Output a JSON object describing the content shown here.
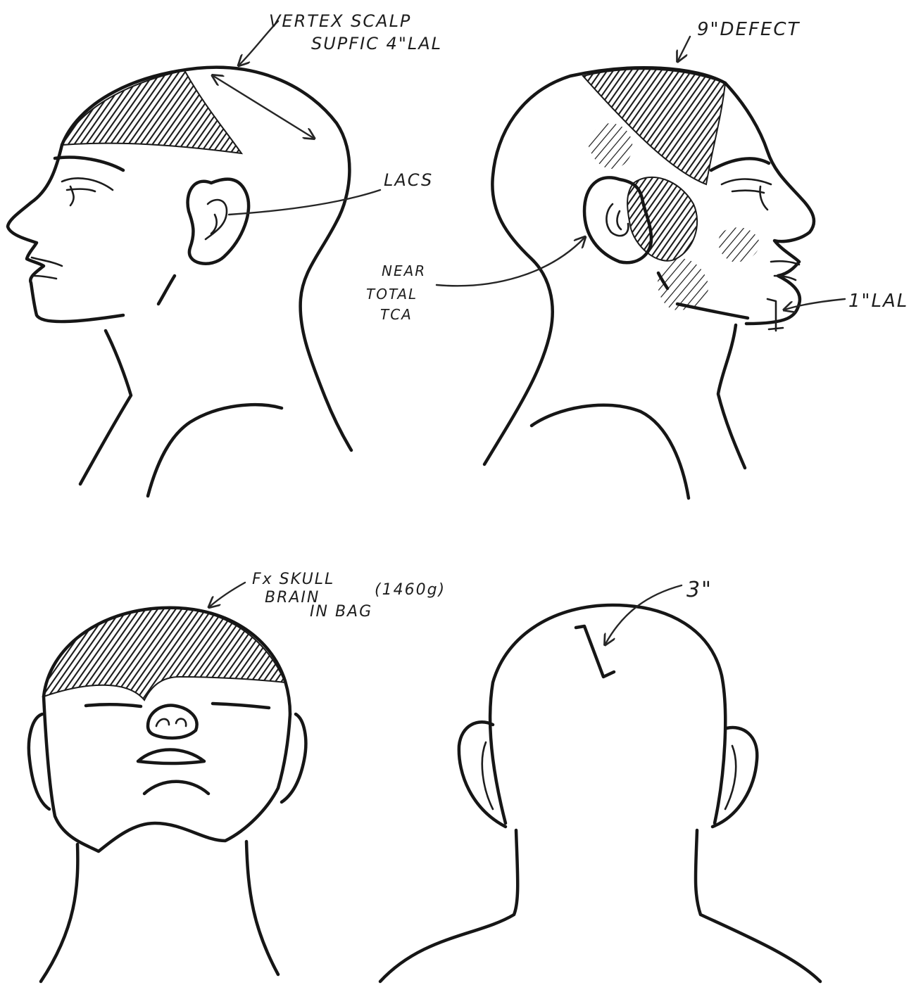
{
  "colors": {
    "ink": "#161616",
    "shade": "#1a1a1a",
    "paper": "#ffffff"
  },
  "annotations": {
    "vertex_line1": "VERTEX SCALP",
    "vertex_line2": "SUPFIC 4\"LAL",
    "lacs": "LACS",
    "defect": "9\"DEFECT",
    "near_line1": "NEAR",
    "near_line2": "TOTAL",
    "near_line3": "TCA",
    "chin_lac": "1\"LAL",
    "fx_line1": "Fx SKULL",
    "fx_line2": "BRAIN",
    "fx_line3": "IN BAG",
    "fx_weight": "(1460g)",
    "posterior": "3\""
  }
}
